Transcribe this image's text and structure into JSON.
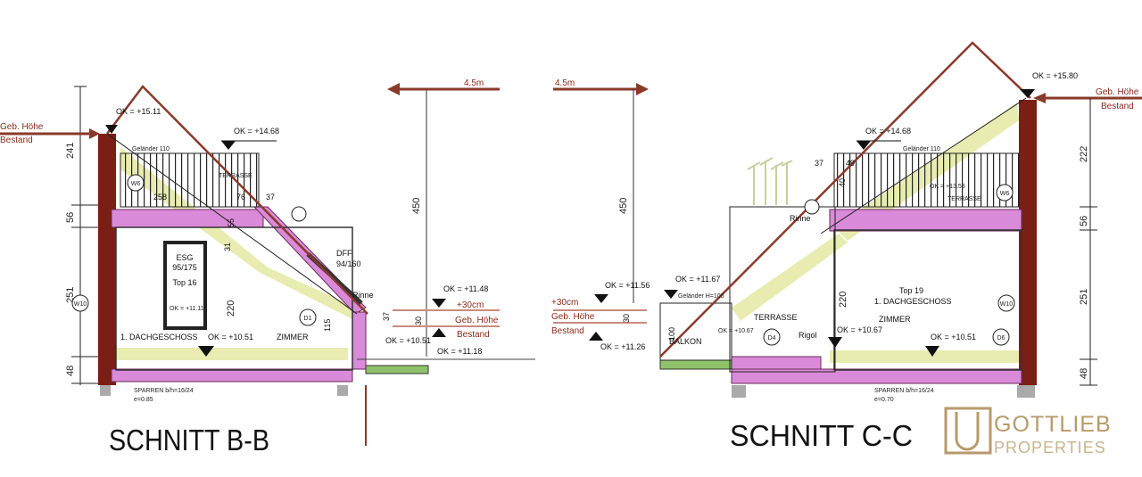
{
  "colors": {
    "wall": "#7a1f14",
    "roof_line": "#8a3a2a",
    "slab": "#d98ad8",
    "insulation": "#e8ecb0",
    "green": "#8fc26a",
    "logo": "#b79a6a"
  },
  "left": {
    "title": "SCHNITT B-B",
    "dist": "4.5m",
    "height_dim": "450",
    "dims": [
      "241",
      "56",
      "251",
      "48"
    ],
    "geb_hoehe": "Geb. Höhe",
    "bestand": "Bestand",
    "plus30": "+30cm",
    "ok_top": "OK = +15.11",
    "ok_terrace": "OK = +14.68",
    "gelaender": "Geländer 110",
    "terrasse": "TERRASSE",
    "d258": "258",
    "d76": "76",
    "d37": "37",
    "d55": "55",
    "d31": "31",
    "d220": "220",
    "d115": "115",
    "d37b": "37",
    "d30": "30",
    "window": [
      "ESG",
      "95/175",
      "Top 16"
    ],
    "ok_window": "OK = +11.11",
    "dff": [
      "DFF",
      "94/160"
    ],
    "rinne": "Rinne",
    "floor": "1. DACHGESCHOSS",
    "ok_floor": "OK = +10.51",
    "zimmer": "ZIMMER",
    "d1": "D1",
    "w10": "W10",
    "w6": "W6",
    "ok_ext": "OK = +10.51",
    "ok_1148": "OK = +11.48",
    "ok_1118": "OK = +11.18",
    "sparren": "SPARREN b/h=16/24",
    "sparren_e": "e=0.85"
  },
  "right": {
    "title": "SCHNITT C-C",
    "dist": "4.5m",
    "height_dim": "450",
    "dims": [
      "222",
      "56",
      "251",
      "48"
    ],
    "geb_hoehe": "Geb. Höhe",
    "bestand": "Bestand",
    "plus30": "+30cm",
    "ok_top": "OK = +15.80",
    "ok_terrace": "OK = +14.68",
    "gelaender": "Geländer 110",
    "terrasse": "TERRASSE",
    "ok_1358": "OK = +13.58",
    "d37": "37",
    "d49": "49",
    "d40": "40",
    "d100": "100",
    "d30": "30",
    "d220": "220",
    "rinne": "Rinne",
    "ok_1156": "OK = +11.56",
    "ok_1167": "OK = +11.67",
    "gelaender_h": "Geländer H=100",
    "ok_1126": "OK = +11.26",
    "balkon": "BALKON",
    "terrasse2": "TERRASSE",
    "ok_1067a": "OK = +10.67",
    "d4": "D4",
    "rigol": "Rigol",
    "ok_1067b": "OK = +10.67",
    "top": "Top 19",
    "floor": "1. DACHGESCHOSS",
    "zimmer": "ZIMMER",
    "ok_1051": "OK = +10.51",
    "d6": "D6",
    "w10": "W10",
    "w6": "W6",
    "sparren": "SPARREN b/h=16/24",
    "sparren_e": "e=0.70"
  },
  "logo": {
    "line1": "GOTTLIEB",
    "line2": "PROPERTIES"
  }
}
